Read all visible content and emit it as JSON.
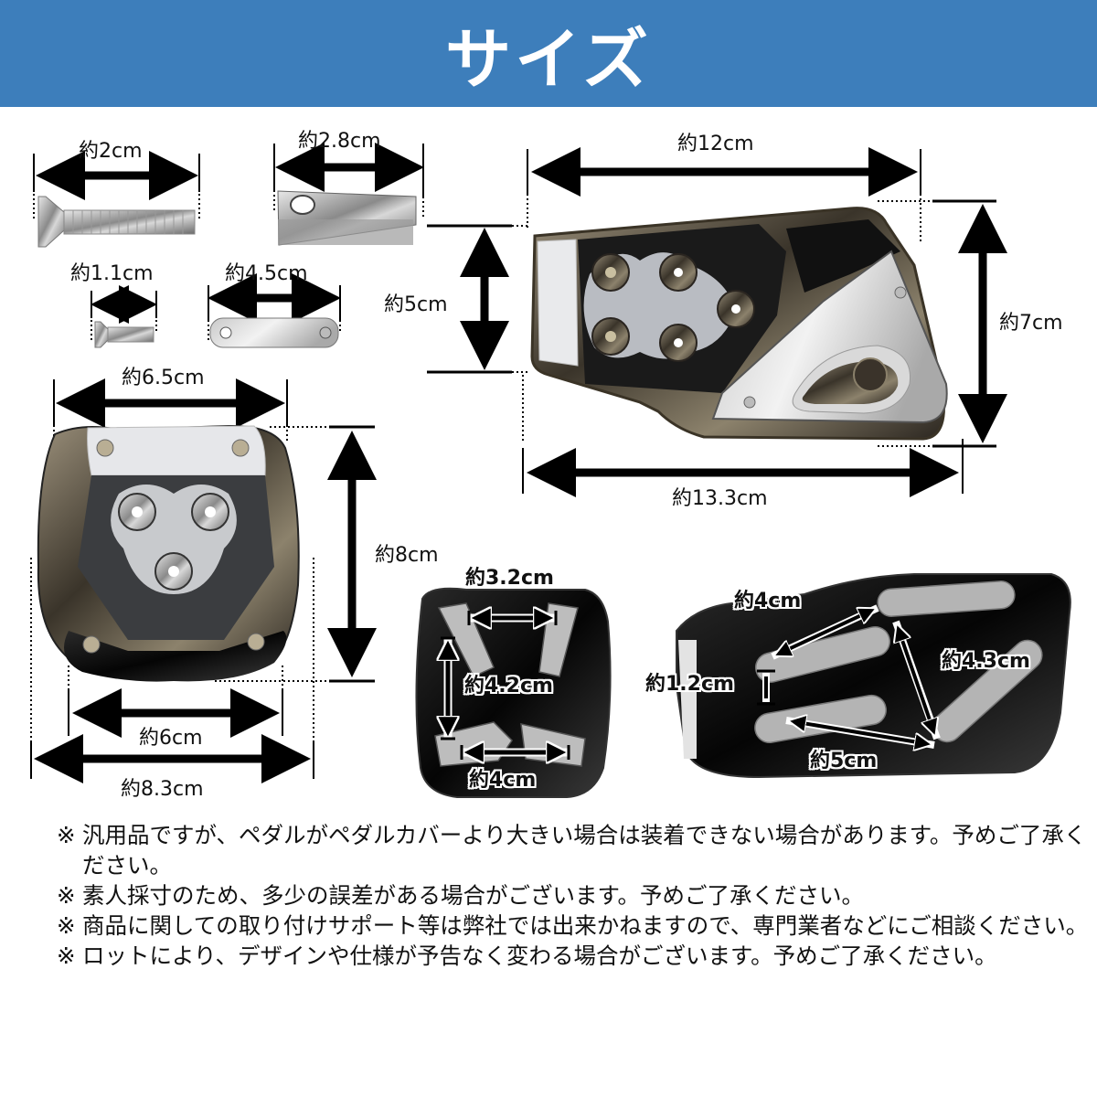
{
  "header": {
    "title": "サイズ",
    "background": "#3d7ebb"
  },
  "parts": {
    "long_screw": {
      "label": "約2cm"
    },
    "bracket": {
      "label": "約2.8cm"
    },
    "short_screw": {
      "label": "約1.1cm"
    },
    "plate": {
      "label": "約4.5cm"
    }
  },
  "accelerator_pedal": {
    "top_width": "約12cm",
    "left_height": "約5cm",
    "right_height": "約7cm",
    "bottom_width": "約13.3cm"
  },
  "brake_pedal": {
    "top_width": "約6.5cm",
    "height": "約8cm",
    "inner_bottom_width": "約6cm",
    "bottom_width": "約8.3cm"
  },
  "brake_back": {
    "top_gap": "約3.2cm",
    "vertical_gap": "約4.2cm",
    "bottom_gap": "約4cm"
  },
  "accel_back": {
    "upper_span": "約4cm",
    "bar_gap": "約1.2cm",
    "right_span": "約4.3cm",
    "lower_span": "約5cm"
  },
  "notes": [
    {
      "mark": "※",
      "text": "汎用品ですが、ペダルがペダルカバーより大きい場合は装着できない場合があります。予めご了承ください。"
    },
    {
      "mark": "※",
      "text": "素人採寸のため、多少の誤差がある場合がございます。予めご了承ください。"
    },
    {
      "mark": "※",
      "text": "商品に関しての取り付けサポート等は弊社では出来かねますので、専門業者などにご相談ください。"
    },
    {
      "mark": "※",
      "text": "ロットにより、デザインや仕様が予告なく変わる場合がございます。予めご了承ください。"
    }
  ]
}
